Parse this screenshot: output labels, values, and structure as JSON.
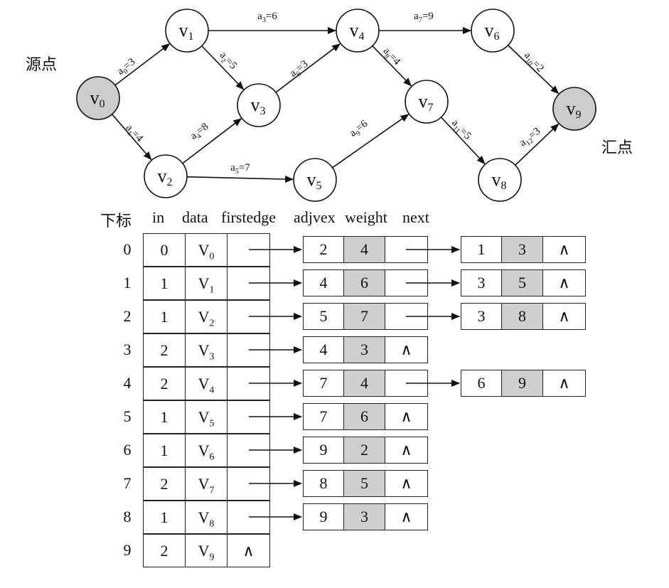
{
  "graph": {
    "source_label": "源点",
    "sink_label": "汇点",
    "nodes": [
      {
        "id": "v0",
        "letter": "v",
        "sub": "0",
        "highlighted": true
      },
      {
        "id": "v1",
        "letter": "v",
        "sub": "1",
        "highlighted": false
      },
      {
        "id": "v2",
        "letter": "v",
        "sub": "2",
        "highlighted": false
      },
      {
        "id": "v3",
        "letter": "v",
        "sub": "3",
        "highlighted": false
      },
      {
        "id": "v4",
        "letter": "v",
        "sub": "4",
        "highlighted": false
      },
      {
        "id": "v5",
        "letter": "v",
        "sub": "5",
        "highlighted": false
      },
      {
        "id": "v6",
        "letter": "v",
        "sub": "6",
        "highlighted": false
      },
      {
        "id": "v7",
        "letter": "v",
        "sub": "7",
        "highlighted": false
      },
      {
        "id": "v8",
        "letter": "v",
        "sub": "8",
        "highlighted": false
      },
      {
        "id": "v9",
        "letter": "v",
        "sub": "9",
        "highlighted": true
      }
    ],
    "edges": [
      {
        "from": "v0",
        "to": "v1",
        "name": "a",
        "sub": "0",
        "weight": "3"
      },
      {
        "from": "v0",
        "to": "v2",
        "name": "a",
        "sub": "1",
        "weight": "4"
      },
      {
        "from": "v1",
        "to": "v3",
        "name": "a",
        "sub": "2",
        "weight": "5"
      },
      {
        "from": "v1",
        "to": "v4",
        "name": "a",
        "sub": "3",
        "weight": "6"
      },
      {
        "from": "v2",
        "to": "v3",
        "name": "a",
        "sub": "4",
        "weight": "8"
      },
      {
        "from": "v2",
        "to": "v5",
        "name": "a",
        "sub": "5",
        "weight": "7"
      },
      {
        "from": "v3",
        "to": "v4",
        "name": "a",
        "sub": "6",
        "weight": "3"
      },
      {
        "from": "v4",
        "to": "v6",
        "name": "a",
        "sub": "7",
        "weight": "9"
      },
      {
        "from": "v4",
        "to": "v7",
        "name": "a",
        "sub": "8",
        "weight": "4"
      },
      {
        "from": "v5",
        "to": "v7",
        "name": "a",
        "sub": "9",
        "weight": "6"
      },
      {
        "from": "v6",
        "to": "v9",
        "name": "a",
        "sub": "10",
        "weight": "2"
      },
      {
        "from": "v7",
        "to": "v8",
        "name": "a",
        "sub": "11",
        "weight": "5"
      },
      {
        "from": "v8",
        "to": "v9",
        "name": "a",
        "sub": "12",
        "weight": "3"
      }
    ]
  },
  "table": {
    "headers": {
      "index": "下标",
      "in": "in",
      "data": "data",
      "firstedge": "firstedge",
      "adjvex": "adjvex",
      "weight": "weight",
      "next": "next"
    },
    "null_symbol": "∧",
    "rows": [
      {
        "index": "0",
        "in": "0",
        "data": "V",
        "data_sub": "0",
        "edges": [
          {
            "adjvex": "2",
            "weight": "4"
          },
          {
            "adjvex": "1",
            "weight": "3"
          }
        ]
      },
      {
        "index": "1",
        "in": "1",
        "data": "V",
        "data_sub": "1",
        "edges": [
          {
            "adjvex": "4",
            "weight": "6"
          },
          {
            "adjvex": "3",
            "weight": "5"
          }
        ]
      },
      {
        "index": "2",
        "in": "1",
        "data": "V",
        "data_sub": "2",
        "edges": [
          {
            "adjvex": "5",
            "weight": "7"
          },
          {
            "adjvex": "3",
            "weight": "8"
          }
        ]
      },
      {
        "index": "3",
        "in": "2",
        "data": "V",
        "data_sub": "3",
        "edges": [
          {
            "adjvex": "4",
            "weight": "3"
          }
        ]
      },
      {
        "index": "4",
        "in": "2",
        "data": "V",
        "data_sub": "4",
        "edges": [
          {
            "adjvex": "7",
            "weight": "4"
          },
          {
            "adjvex": "6",
            "weight": "9"
          }
        ]
      },
      {
        "index": "5",
        "in": "1",
        "data": "V",
        "data_sub": "5",
        "edges": [
          {
            "adjvex": "7",
            "weight": "6"
          }
        ]
      },
      {
        "index": "6",
        "in": "1",
        "data": "V",
        "data_sub": "6",
        "edges": [
          {
            "adjvex": "9",
            "weight": "2"
          }
        ]
      },
      {
        "index": "7",
        "in": "2",
        "data": "V",
        "data_sub": "7",
        "edges": [
          {
            "adjvex": "8",
            "weight": "5"
          }
        ]
      },
      {
        "index": "8",
        "in": "1",
        "data": "V",
        "data_sub": "8",
        "edges": [
          {
            "adjvex": "9",
            "weight": "3"
          }
        ]
      },
      {
        "index": "9",
        "in": "2",
        "data": "V",
        "data_sub": "9",
        "edges": []
      }
    ]
  },
  "colors": {
    "highlight_fill": "#cccccc",
    "weight_fill": "#cfcfcf",
    "stroke": "#222222"
  }
}
